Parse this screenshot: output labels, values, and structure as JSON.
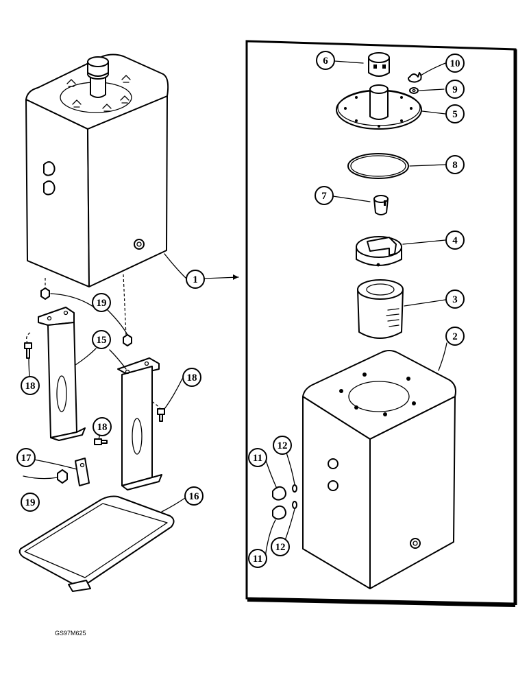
{
  "diagram": {
    "drawing_code": "GS97M625",
    "callouts": {
      "c1": "1",
      "c2": "2",
      "c3": "3",
      "c4": "4",
      "c5": "5",
      "c6": "6",
      "c7": "7",
      "c8": "8",
      "c9": "9",
      "c10": "10",
      "c11a": "11",
      "c11b": "11",
      "c12a": "12",
      "c12b": "12",
      "c15": "15",
      "c16": "16",
      "c17": "17",
      "c18a": "18",
      "c18b": "18",
      "c18c": "18",
      "c19a": "19",
      "c19b": "19",
      "c19c": "19"
    }
  }
}
